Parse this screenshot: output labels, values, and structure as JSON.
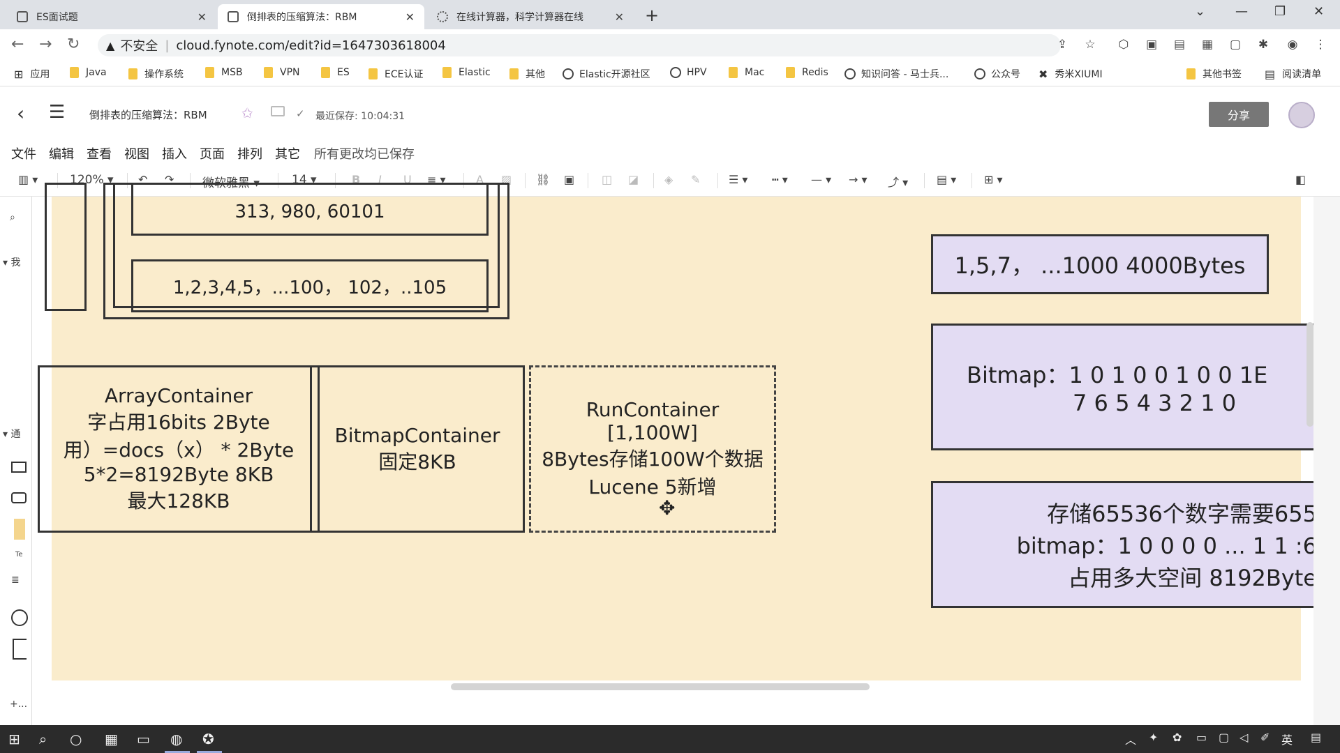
{
  "browser": {
    "tabs": [
      {
        "title": "ES面试题",
        "active": false
      },
      {
        "title": "倒排表的压缩算法：RBM",
        "active": true
      },
      {
        "title": "在线计算器，科学计算器在线",
        "active": false
      }
    ],
    "address": {
      "warning": "不安全",
      "url": "cloud.fynote.com/edit?id=1647303618004"
    },
    "bookmarks": [
      "应用",
      "Java",
      "操作系统",
      "MSB",
      "VPN",
      "ES",
      "ECE认证",
      "Elastic",
      "其他",
      "Elastic开源社区",
      "HPV",
      "Mac",
      "Redis",
      "知识问答 - 马士兵...",
      "公众号",
      "秀米XIUMI",
      "其他书签",
      "阅读清单"
    ]
  },
  "app": {
    "doc_title": "倒排表的压缩算法：RBM",
    "saved_text": "最近保存: 10:04:31",
    "share_label": "分享",
    "menu": [
      "文件",
      "编辑",
      "查看",
      "视图",
      "插入",
      "页面",
      "排列",
      "其它",
      "所有更改均已保存"
    ],
    "toolbar": {
      "zoom": "120%",
      "font": "微软雅黑",
      "size": "14"
    },
    "left_panel": {
      "search": "",
      "section1": "我",
      "section2": "通",
      "text_tool": "Te",
      "more": "+..."
    }
  },
  "canvas": {
    "top_box1": "313, 980, 60101",
    "top_box2": "1,2,3,4,5，...100， 102，..105",
    "array_container": [
      "ArrayContainer",
      "字占用16bits   2Byte",
      "用）=docs（x） * 2Byte",
      "5*2=8192Byte 8KB",
      "最大128KB"
    ],
    "bitmap_container": [
      "BitmapContainer",
      "固定8KB"
    ],
    "run_container": [
      "RunContainer",
      "[1,100W]",
      "8Bytes存储100W个数据",
      "Lucene 5新增"
    ],
    "right_box1": "1,5,7， ...1000  4000Bytes",
    "right_box2": [
      "Bitmap：1 0 1 0 0 1 0 0     1E",
      "7 6 5 4 3 2 1 0"
    ],
    "right_box3": [
      "存储65536个数字需要655",
      "bitmap：1 0 0 0 0 ... 1 1     :6",
      "占用多大空间 8192Byte"
    ]
  }
}
